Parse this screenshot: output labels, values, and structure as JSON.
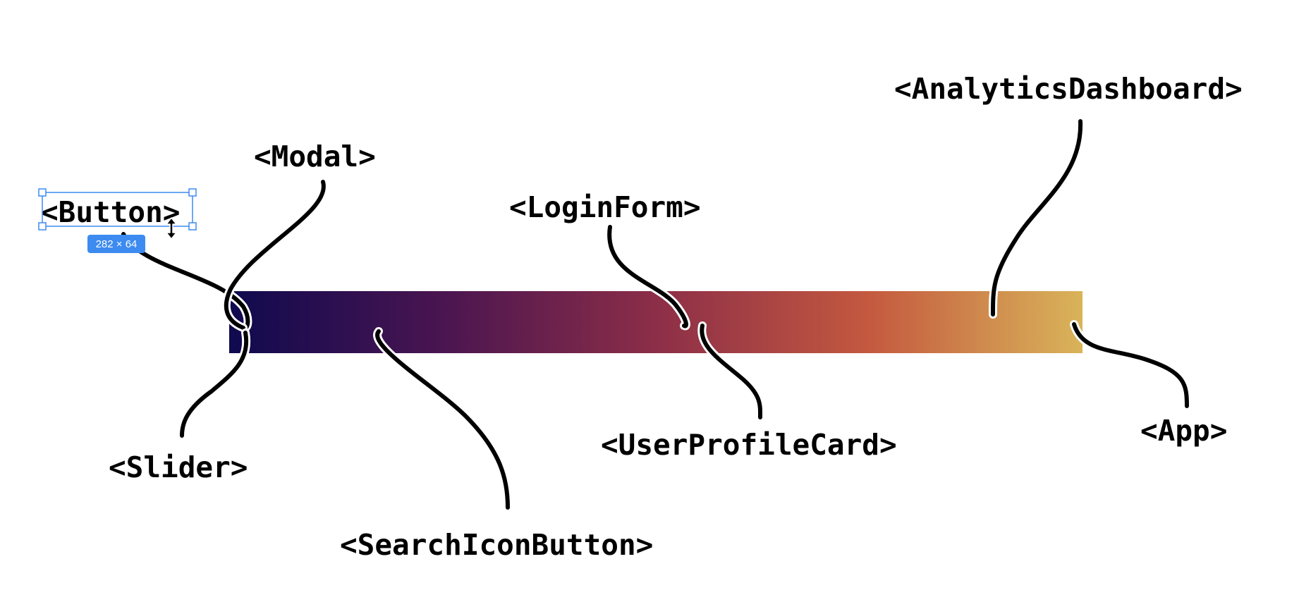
{
  "colors": {
    "gradient_start": "#0f0a4f",
    "gradient_mid1": "#4a1550",
    "gradient_mid2": "#8c2e48",
    "gradient_mid3": "#c4593f",
    "gradient_end": "#d9b45a",
    "leader_line": "#000000",
    "selection": "#3d8bf0"
  },
  "labels": {
    "button": "<Button>",
    "modal": "<Modal>",
    "login_form": "<LoginForm>",
    "analytics_dashboard": "<AnalyticsDashboard>",
    "slider": "<Slider>",
    "search_icon_button": "<SearchIconButton>",
    "user_profile_card": "<UserProfileCard>",
    "app": "<App>"
  },
  "selection": {
    "dimensions": "282 × 64",
    "cursor_icon": "vertical-resize-cursor-icon"
  }
}
